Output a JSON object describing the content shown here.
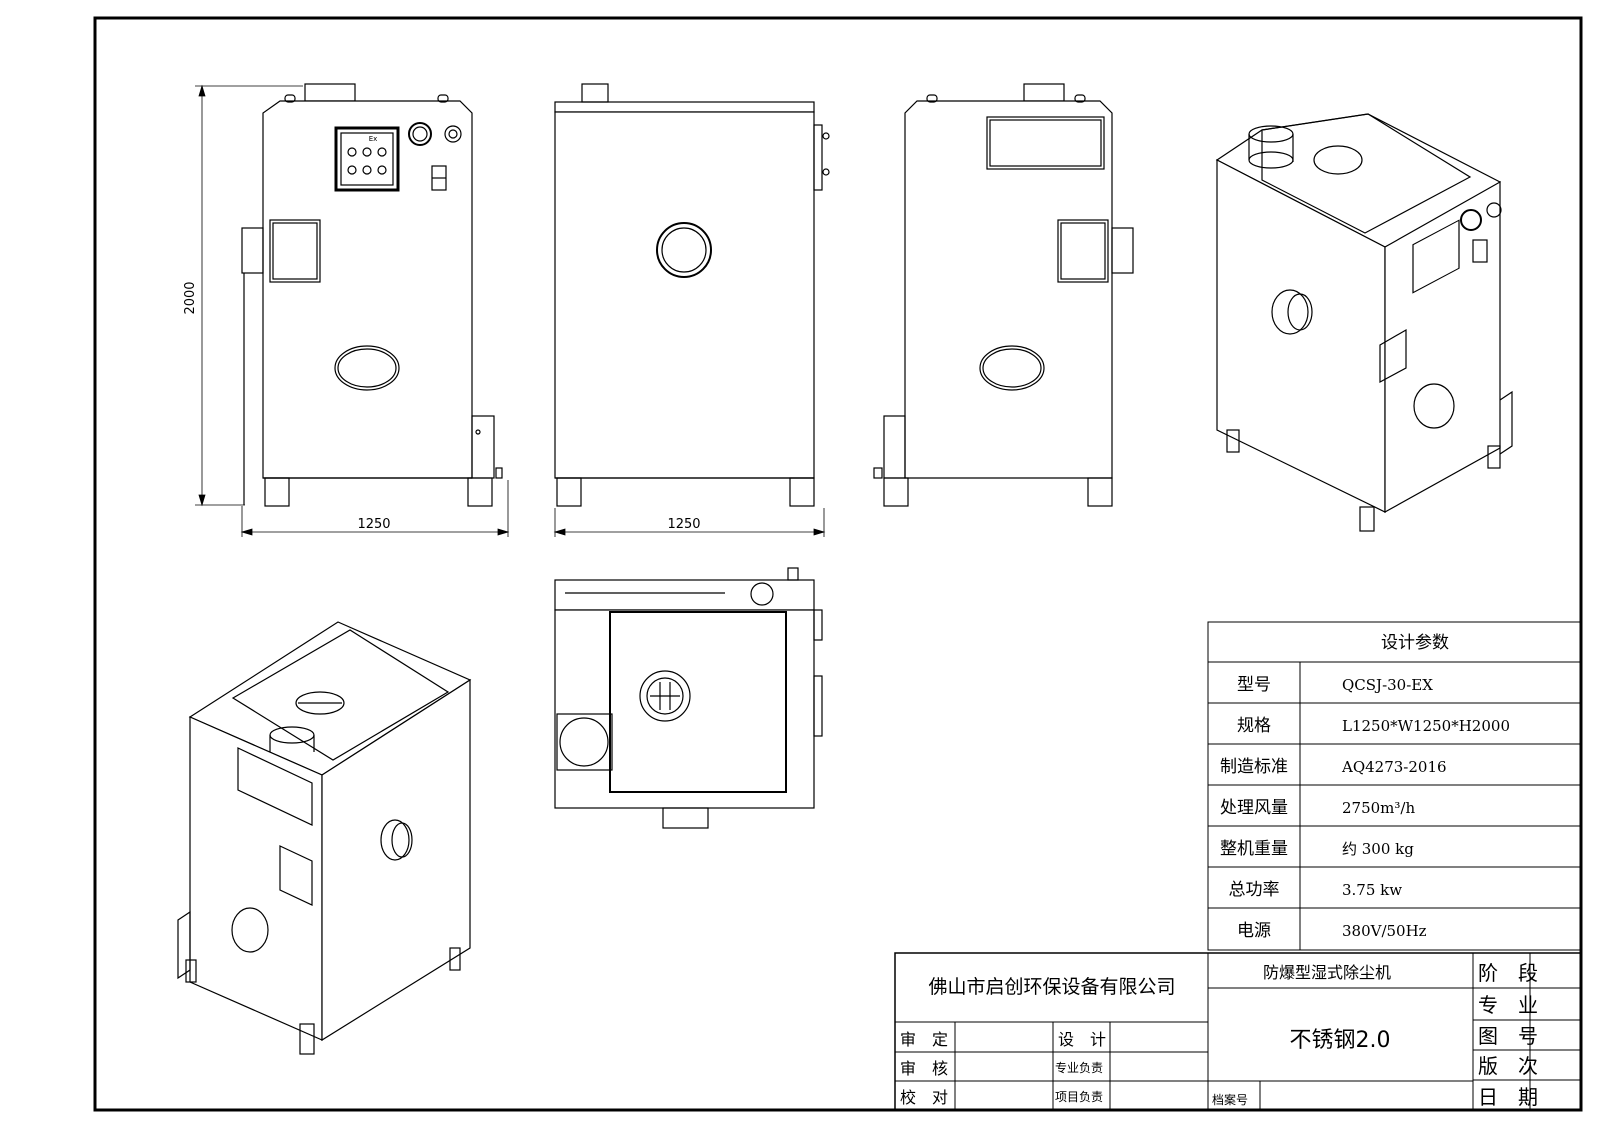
{
  "dimensions": {
    "height": "2000",
    "front_width": "1250",
    "side_width": "1250"
  },
  "params": {
    "header": "设计参数",
    "rows": [
      {
        "label": "型号",
        "value": "QCSJ-30-EX"
      },
      {
        "label": "规格",
        "value": "L1250*W1250*H2000"
      },
      {
        "label": "制造标准",
        "value": "AQ4273-2016"
      },
      {
        "label": "处理风量",
        "value": "2750m³/h"
      },
      {
        "label": "整机重量",
        "value": "约 300 kg"
      },
      {
        "label": "总功率",
        "value": "3.75 kw"
      },
      {
        "label": "电源",
        "value": "380V/50Hz"
      }
    ]
  },
  "title_block": {
    "company": "佛山市启创环保设备有限公司",
    "product": "防爆型湿式除尘机",
    "material": "不锈钢2.0",
    "approve": "审　定",
    "review": "审　核",
    "check": "校　对",
    "design": "设　计",
    "discipline_lead": "专业负责",
    "project_lead": "项目负责",
    "archive_no": "档案号",
    "stage": "阶　段",
    "specialty": "专　业",
    "drawing_no": "图　号",
    "revision": "版　次",
    "date": "日　期"
  },
  "front_panel": {
    "ex_mark": "Ex"
  }
}
